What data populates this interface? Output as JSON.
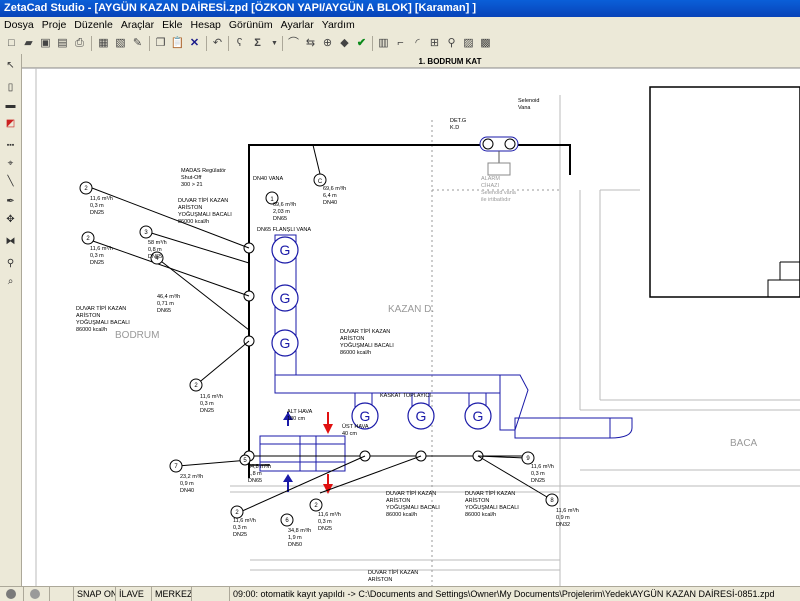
{
  "window": {
    "title": "ZetaCad Studio - [AYGÜN KAZAN DAİRESİ.zpd [ÖZKON YAPI/AYGÜN A BLOK] [Karaman] ]"
  },
  "menu": [
    "Dosya",
    "Proje",
    "Düzenle",
    "Araçlar",
    "Ekle",
    "Hesap",
    "Görünüm",
    "Ayarlar",
    "Yardım"
  ],
  "sheet": {
    "title": "1. BODRUM KAT"
  },
  "rooms": {
    "kazan": "KAZAN D.",
    "bodrum": "BODRUM",
    "baca": "BACA"
  },
  "labels": {
    "solenoid": "Selenoid\nVana",
    "det": "DET.G\nK.D",
    "alarm": "ALARM\nCİHAZI\nSelenoid vana\nile irtibatlıdır",
    "madas": "MADAS Regülatör\nShut-Off\n300 > 21",
    "dn40vana": "DN40 VANA",
    "flansli": "DN65 FLANŞLI VANA",
    "kaskat": "KASKAT TOPLAYICI",
    "alt_hava": "ALT HAVA\n180 cm",
    "ust_hava": "ÜST HAVA\n40 cm",
    "kazan1": "DUVAR TİPİ KAZAN\nARİSTON\nYOĞUŞMALI BACALI\n86000 kcal/h",
    "kazan2": "DUVAR TİPİ KAZAN\nARİSTON\nYOĞUŞMALI BACALI\n86000 kcal/h",
    "kazan3": "DUVAR TİPİ KAZAN\nARİSTON\nYOĞUŞMALI BACALI\n86000 kcal/h",
    "kazan4": "DUVAR TİPİ KAZAN\nARİSTON\nYOĞUŞMALI BACALI\n86000 kcal/h",
    "kazan5": "DUVAR TİPİ KAZAN\nARİSTON\nYOĞUŞMALI BACALI\n86000 kcal/h",
    "kazan6": "DUVAR TİPİ KAZAN\nARİSTON"
  },
  "pipes": [
    {
      "id": "2",
      "text": "11,6 m³/h\n0,3 m\nDN25"
    },
    {
      "id": "2",
      "text": "11,6 m³/h\n0,3 m\nDN25"
    },
    {
      "id": "3",
      "text": "58 m³/h\n0,8 m\nDN65"
    },
    {
      "id": "4",
      "text": "46,4 m³/h\n0,71 m\nDN65"
    },
    {
      "id": "1",
      "text": "69,6 m³/h\n2,03 m\nDN65"
    },
    {
      "id": "C",
      "text": "69,6 m³/h\n6,4 m\nDN40"
    },
    {
      "id": "2",
      "text": "11,6 m³/h\n0,3 m\nDN25"
    },
    {
      "id": "7",
      "text": "23,2 m³/h\n0,9 m\nDN40"
    },
    {
      "id": "5",
      "text": "34,8 m³/h\n1,8 m\nDN65"
    },
    {
      "id": "2",
      "text": "11,6 m³/h\n0,3 m\nDN25"
    },
    {
      "id": "2",
      "text": "11,6 m³/h\n0,3 m\nDN25"
    },
    {
      "id": "6",
      "text": "34,8 m³/h\n1,9 m\nDN50"
    },
    {
      "id": "9",
      "text": "11,6 m³/h\n0,3 m\nDN25"
    },
    {
      "id": "8",
      "text": "11,6 m³/h\n0,9 m\nDN32"
    }
  ],
  "boiler_symbol": "G",
  "status": {
    "snap": "SNAP ON",
    "ilave": "İLAVE",
    "merkezi": "MERKEZİ",
    "message": "09:00: otomatik kayıt yapıldı -> C:\\Documents and Settings\\Owner\\My Documents\\Projelerim\\Yedek\\AYGÜN KAZAN DAİRESİ-0851.zpd"
  },
  "colors": {
    "pipe": "#1a1aa8",
    "red": "#e01010",
    "wall": "#000000"
  }
}
